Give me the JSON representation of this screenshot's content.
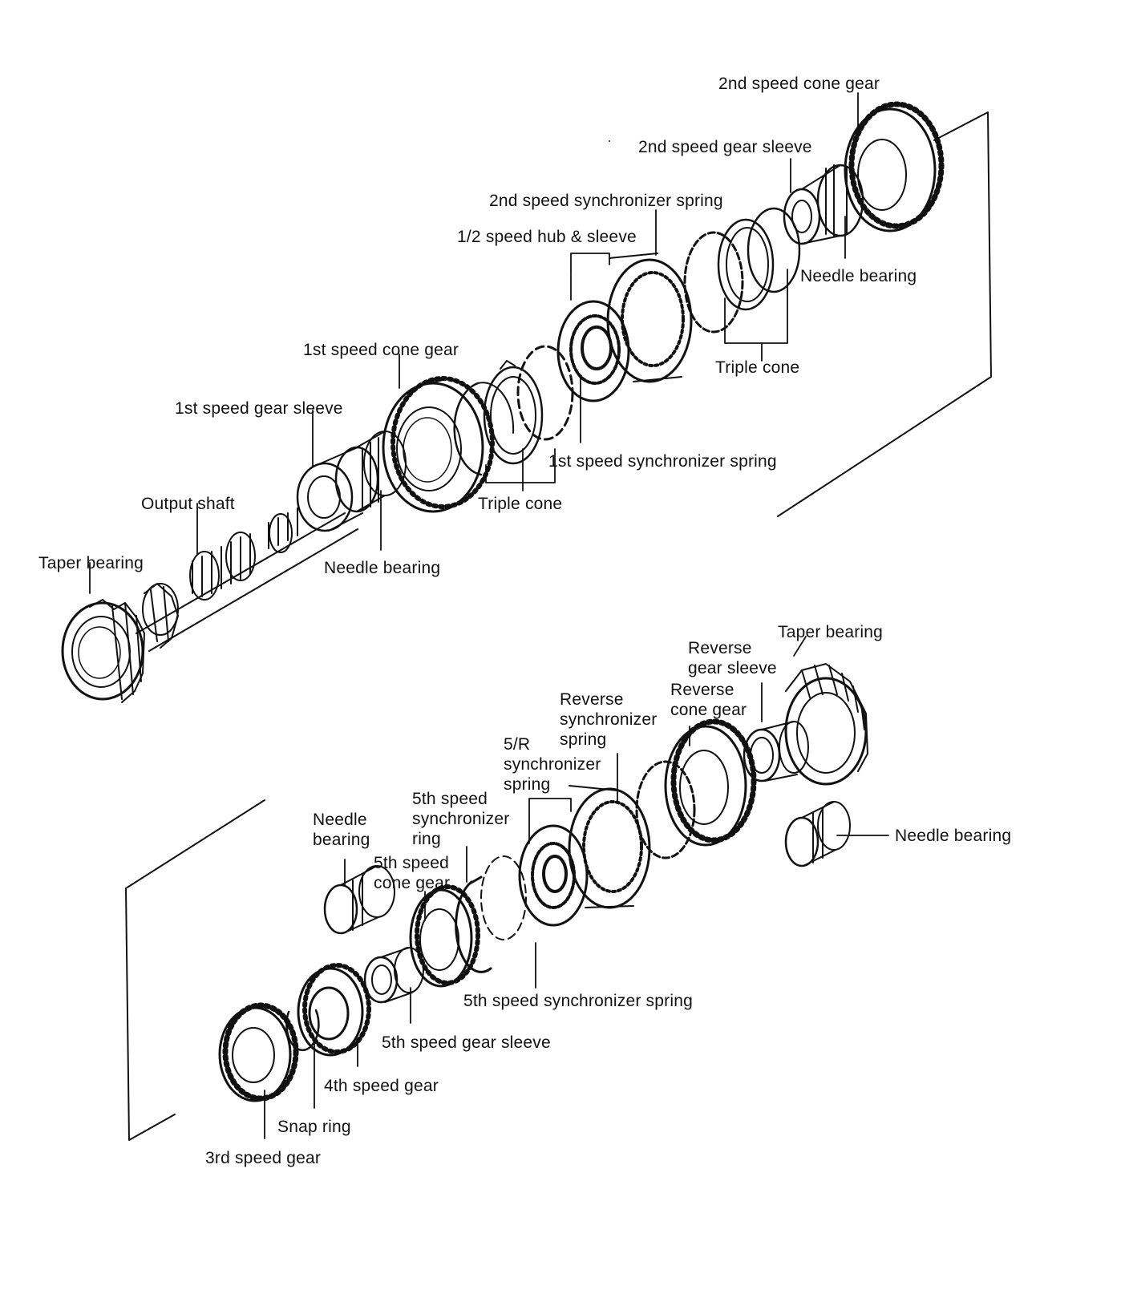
{
  "diagram": {
    "colors": {
      "ink": "#111111",
      "paper": "#ffffff"
    },
    "upper_assembly": {
      "labels": {
        "second_cone_gear": "2nd speed cone gear",
        "second_gear_sleeve": "2nd speed gear sleeve",
        "second_sync_spring": "2nd speed synchronizer spring",
        "hub_sleeve": "1/2 speed hub & sleeve",
        "needle_bearing_upper": "Needle bearing",
        "triple_cone_upper": "Triple cone",
        "first_cone_gear": "1st speed cone gear",
        "first_gear_sleeve": "1st speed gear sleeve",
        "first_sync_spring": "1st speed synchronizer spring",
        "output_shaft": "Output shaft",
        "triple_cone_lower": "Triple cone",
        "taper_bearing": "Taper bearing",
        "needle_bearing_lower": "Needle bearing"
      }
    },
    "lower_assembly": {
      "labels": {
        "taper_bearing": "Taper bearing",
        "reverse_gear_sleeve": [
          "Reverse",
          "gear sleeve"
        ],
        "reverse_cone_gear": [
          "Reverse",
          "cone gear"
        ],
        "reverse_sync_spring": [
          "Reverse",
          "synchronizer",
          "spring"
        ],
        "fr_sync_spring": [
          "5/R",
          "synchronizer",
          "spring"
        ],
        "fifth_sync_ring": [
          "5th speed",
          "synchronizer",
          "ring"
        ],
        "needle_bearing_left": [
          "Needle",
          "bearing"
        ],
        "fifth_cone_gear": [
          "5th speed",
          "cone gear"
        ],
        "needle_bearing_right": "Needle bearing",
        "fifth_sync_spring": "5th speed synchronizer spring",
        "fifth_gear_sleeve": "5th speed gear sleeve",
        "fourth_gear": "4th speed gear",
        "snap_ring": "Snap ring",
        "third_gear": "3rd speed gear"
      }
    }
  }
}
